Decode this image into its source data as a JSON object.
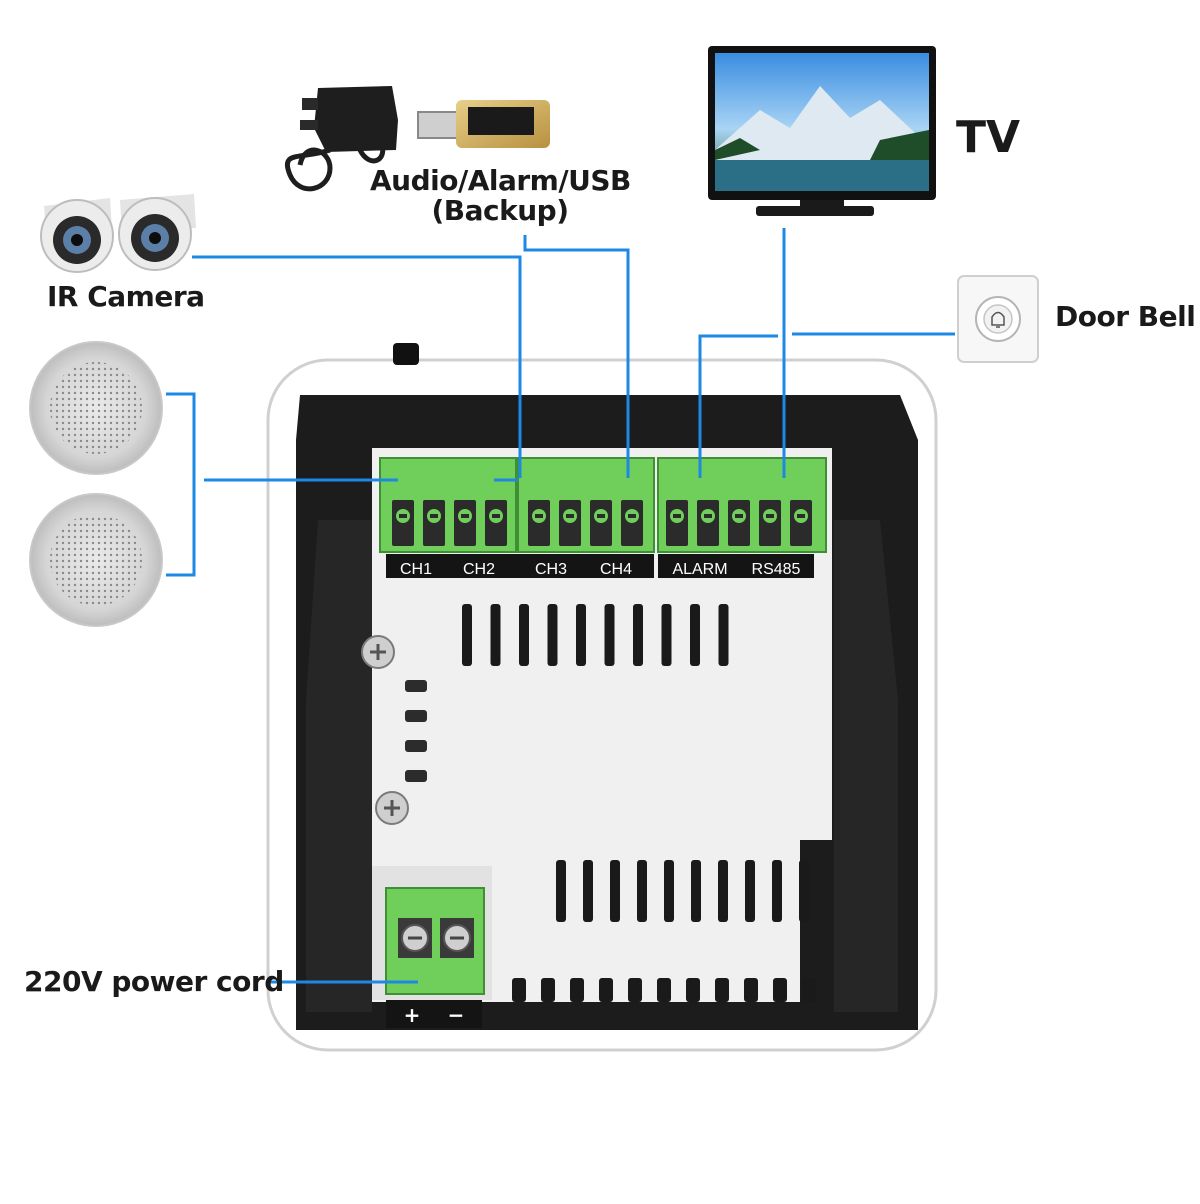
{
  "labels": {
    "tv": "TV",
    "audio_alarm_usb_line1": "Audio/Alarm/USB",
    "audio_alarm_usb_line2": "(Backup)",
    "ir_camera": "IR Camera",
    "door_bell": "Door Bell",
    "power_cord": "220V power cord"
  },
  "terminals": {
    "ch1": "CH1",
    "ch2": "CH2",
    "ch3": "CH3",
    "ch4": "CH4",
    "alarm": "ALARM",
    "rs485": "RS485",
    "plus": "+",
    "minus": "−"
  },
  "colors": {
    "wire": "#1e88e5",
    "terminal_green": "#6fcf5a",
    "device_black": "#1c1c1c",
    "panel_white": "#f2f2f2"
  }
}
